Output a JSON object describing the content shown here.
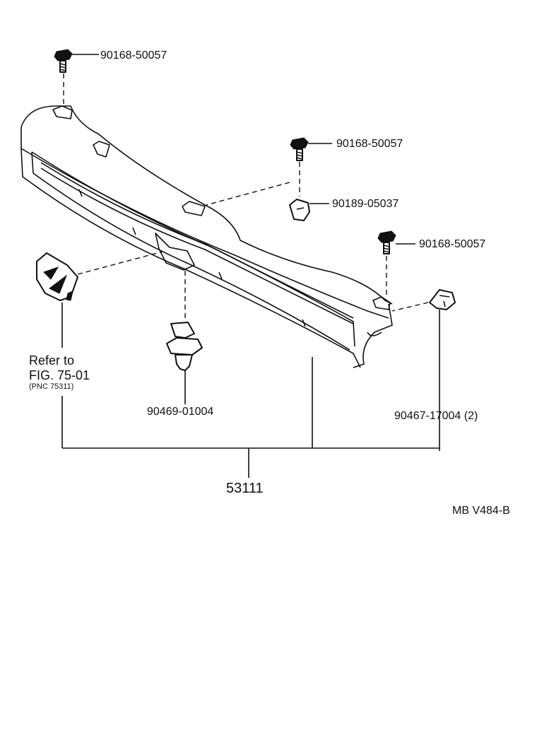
{
  "labels": {
    "bolt_top": "90168-50057",
    "bolt_mid": "90168-50057",
    "nut_mid": "90189-05037",
    "bolt_right": "90168-50057",
    "clip_bottom": "90469-01004",
    "clip_right": "90467-17004 (2)",
    "assembly": "53111",
    "refer_line1": "Refer to",
    "refer_line2": "FIG. 75-01",
    "refer_line3": "(PNC 75311)",
    "drawing_code": "MB V484-B"
  }
}
